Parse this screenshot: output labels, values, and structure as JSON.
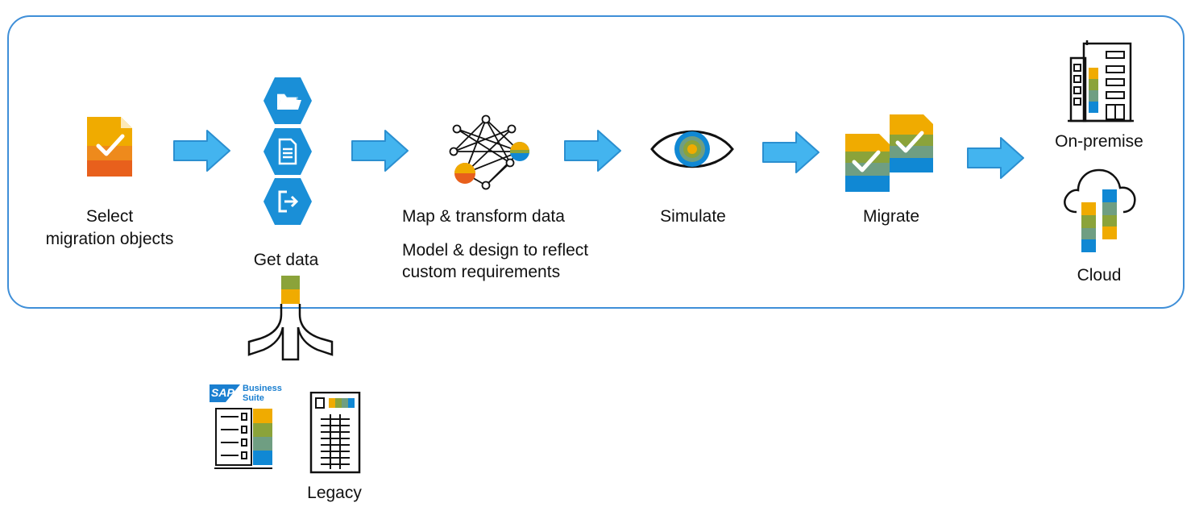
{
  "steps": {
    "select": {
      "line1": "Select",
      "line2": "migration objects"
    },
    "get_data": {
      "label": "Get data"
    },
    "map": {
      "line1": "Map & transform data",
      "line2": "Model & design to reflect",
      "line3": "custom requirements"
    },
    "simulate": {
      "label": "Simulate"
    },
    "migrate": {
      "label": "Migrate"
    }
  },
  "targets": {
    "on_premise": "On-premise",
    "cloud": "Cloud"
  },
  "sources": {
    "sap_logo": "SAP",
    "business_suite_line1": "Business",
    "business_suite_line2": "Suite",
    "legacy": "Legacy"
  },
  "colors": {
    "frame": "#3f8fd8",
    "arrow_fill": "#43b4ef",
    "arrow_stroke": "#2b8fd0",
    "hexagon": "#1a8fd7",
    "yellow": "#f0ab00",
    "olive": "#8ba33a",
    "sage": "#6f9e82",
    "blue": "#1088d4",
    "orange": "#e87a1e"
  }
}
